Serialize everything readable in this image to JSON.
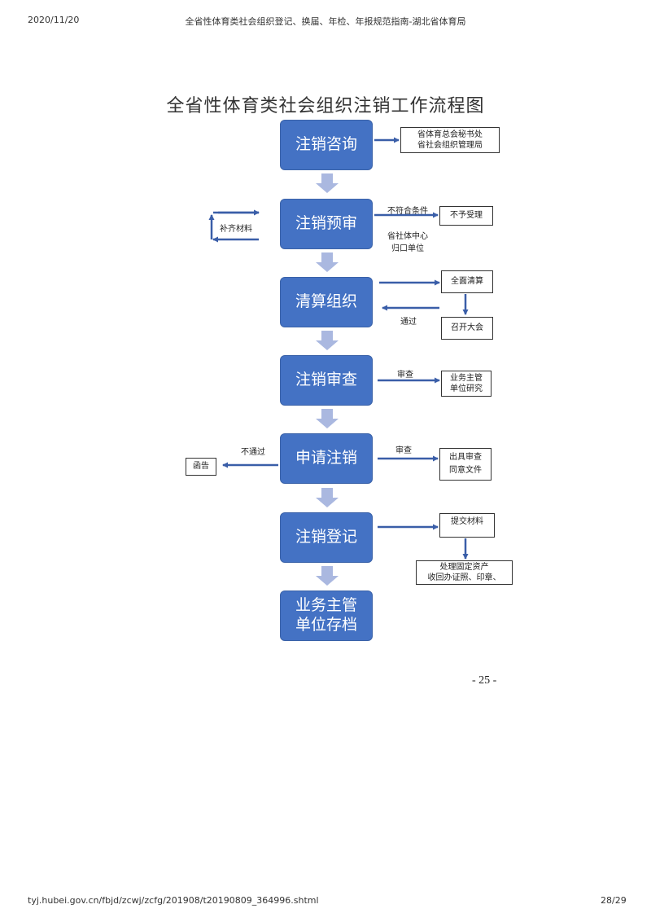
{
  "header": {
    "date": "2020/11/20",
    "doc_title": "全省性体育类社会组织登记、换届、年检、年报规范指南-湖北省体育局"
  },
  "diagram": {
    "title": "全省性体育类社会组织注销工作流程图",
    "steps": [
      "注销咨询",
      "注销预审",
      "清算组织",
      "注销审查",
      "申请注销",
      "注销登记",
      "业务主管\n单位存档"
    ],
    "side_boxes": {
      "consult_target": "省体育总会秘书处\n省社会组织管理局",
      "reject": "不予受理",
      "full_clearing": "全面清算",
      "convene_meeting": "召开大会",
      "supervisor_review": "业务主管\n单位研究",
      "issue_approval": "出具审查\n同意文件",
      "letter": "函告",
      "submit_materials": "提交材料",
      "dispose_assets": "处理固定资产\n收回办证照、印章、"
    },
    "labels": {
      "not_qualified": "不符合条件",
      "centralized_unit": "省社体中心\n归口单位",
      "supplement": "补齐材料",
      "passed": "通过",
      "review_1": "审查",
      "review_2": "审查",
      "not_passed": "不通过"
    },
    "colors": {
      "step_fill": "#4472c4",
      "arrow": "#3a5ea8",
      "down_arrow": "#aab8e0"
    }
  },
  "page_number": "- 25 -",
  "footer": {
    "url": "tyj.hubei.gov.cn/fbjd/zcwj/zcfg/201908/t20190809_364996.shtml",
    "page": "28/29"
  }
}
